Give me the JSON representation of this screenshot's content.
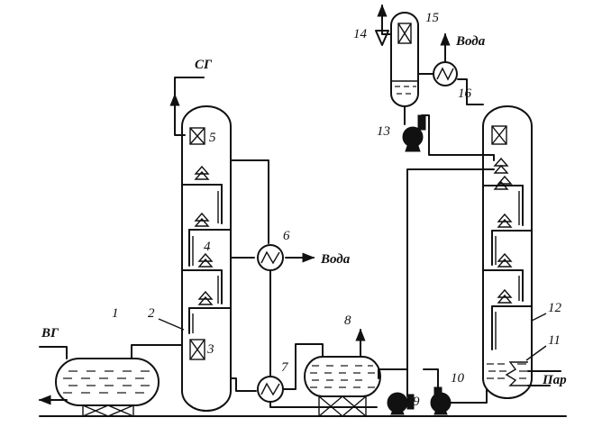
{
  "labels": {
    "sg": "СГ",
    "vg": "ВГ",
    "voda_top": "Вода",
    "voda_mid": "Вода",
    "par": "Пар"
  },
  "numbers": {
    "n1": "1",
    "n2": "2",
    "n3": "3",
    "n4": "4",
    "n5": "5",
    "n6": "6",
    "n7": "7",
    "n8": "8",
    "n9": "9",
    "n10": "10",
    "n11": "11",
    "n12": "12",
    "n13": "13",
    "n14": "14",
    "n15": "15",
    "n16": "16"
  }
}
